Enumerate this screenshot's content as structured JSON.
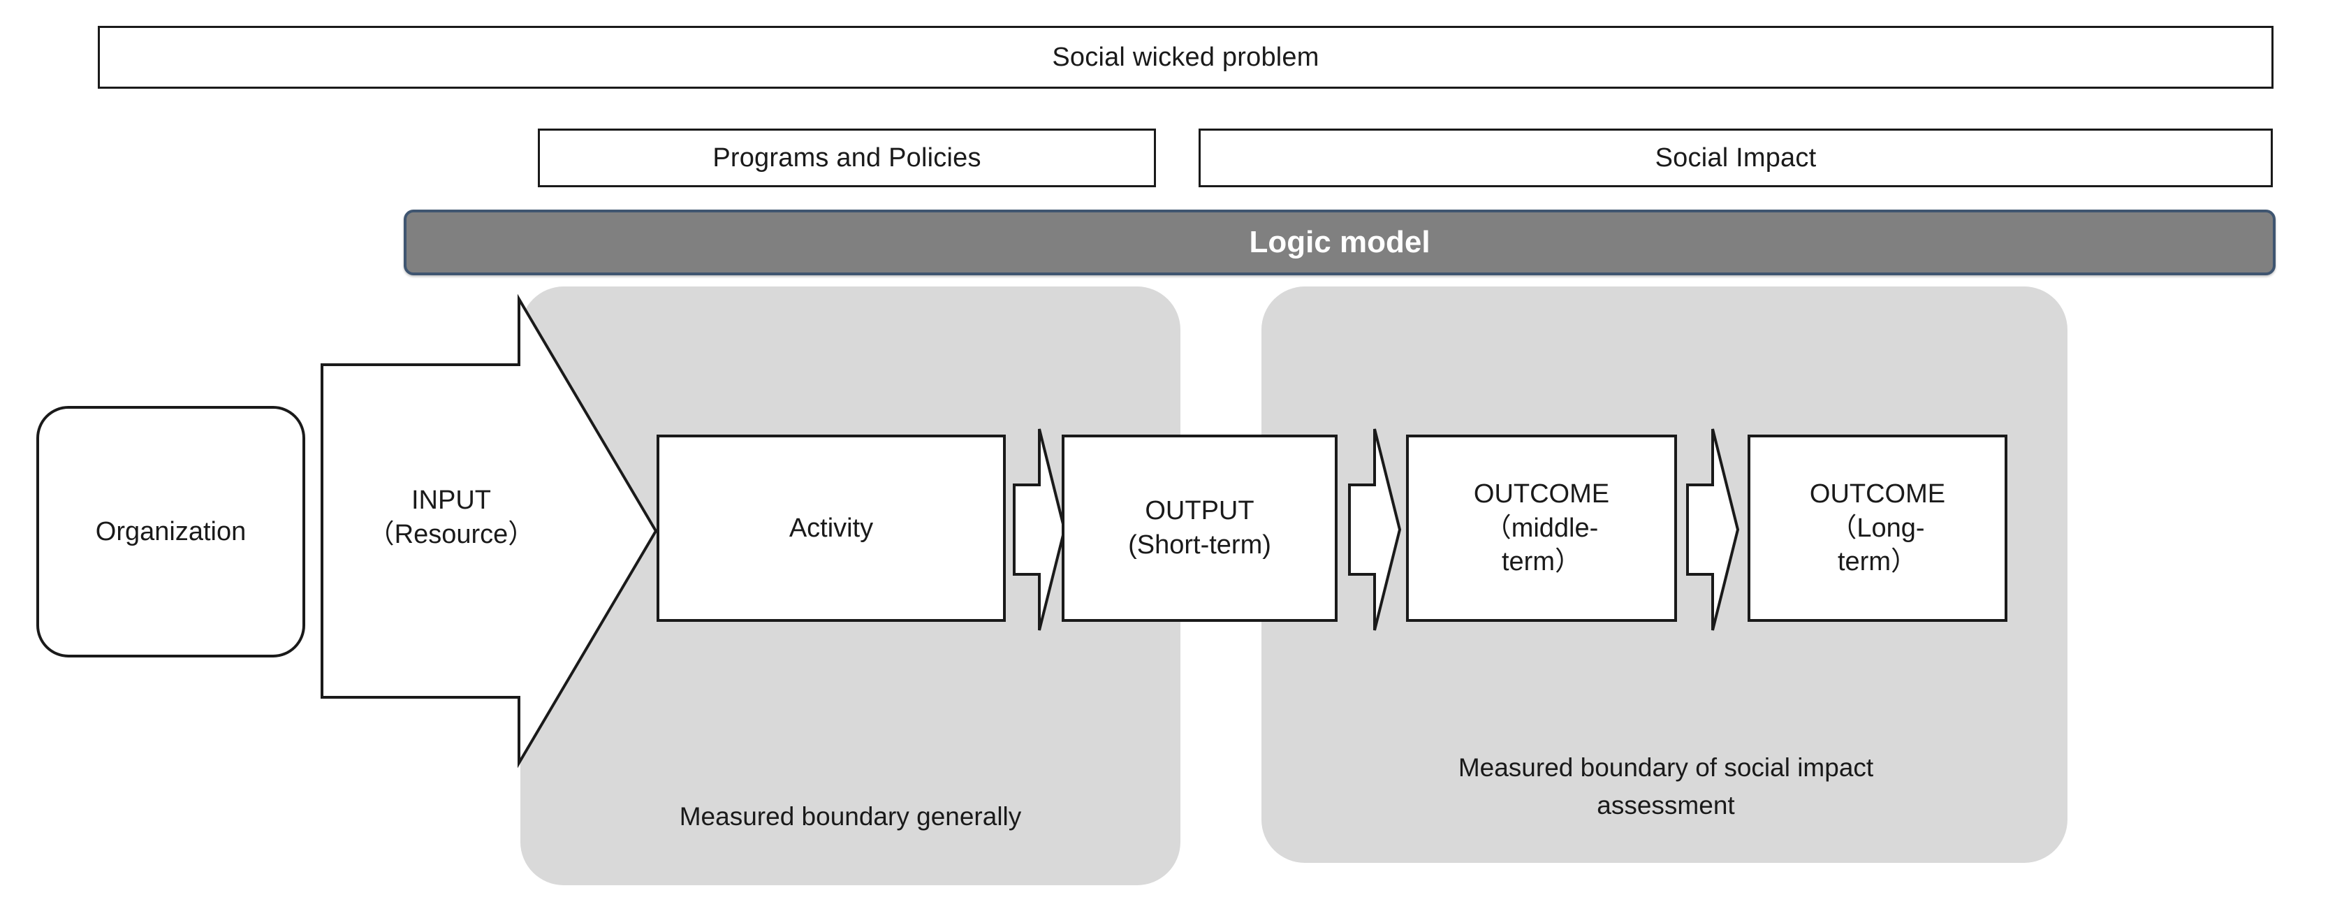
{
  "diagram": {
    "title": "Social wicked problem logic model diagram",
    "colors": {
      "boundary_fill": "#d9d9d9",
      "logic_bar_fill": "#808080",
      "logic_bar_border": "#3f5570",
      "outline": "#1a1a1a",
      "box_fill": "#ffffff",
      "logic_bar_text": "#ffffff"
    },
    "top_banner": {
      "label": "Social wicked problem"
    },
    "scope_banners": [
      {
        "label": "Programs and Policies"
      },
      {
        "label": "Social Impact"
      }
    ],
    "logic_bar": {
      "label": "Logic model"
    },
    "organization": {
      "label": "Organization"
    },
    "input_arrow": {
      "label": "INPUT\n（Resource）"
    },
    "stages": [
      {
        "label": "Activity"
      },
      {
        "label": "OUTPUT\n(Short-term)"
      },
      {
        "label": "OUTCOME\n（middle-\nterm）"
      },
      {
        "label": "OUTCOME\n（Long-\nterm）"
      }
    ],
    "boundaries": [
      {
        "caption": "Measured boundary generally"
      },
      {
        "caption": "Measured boundary of social impact\nassessment"
      }
    ]
  }
}
